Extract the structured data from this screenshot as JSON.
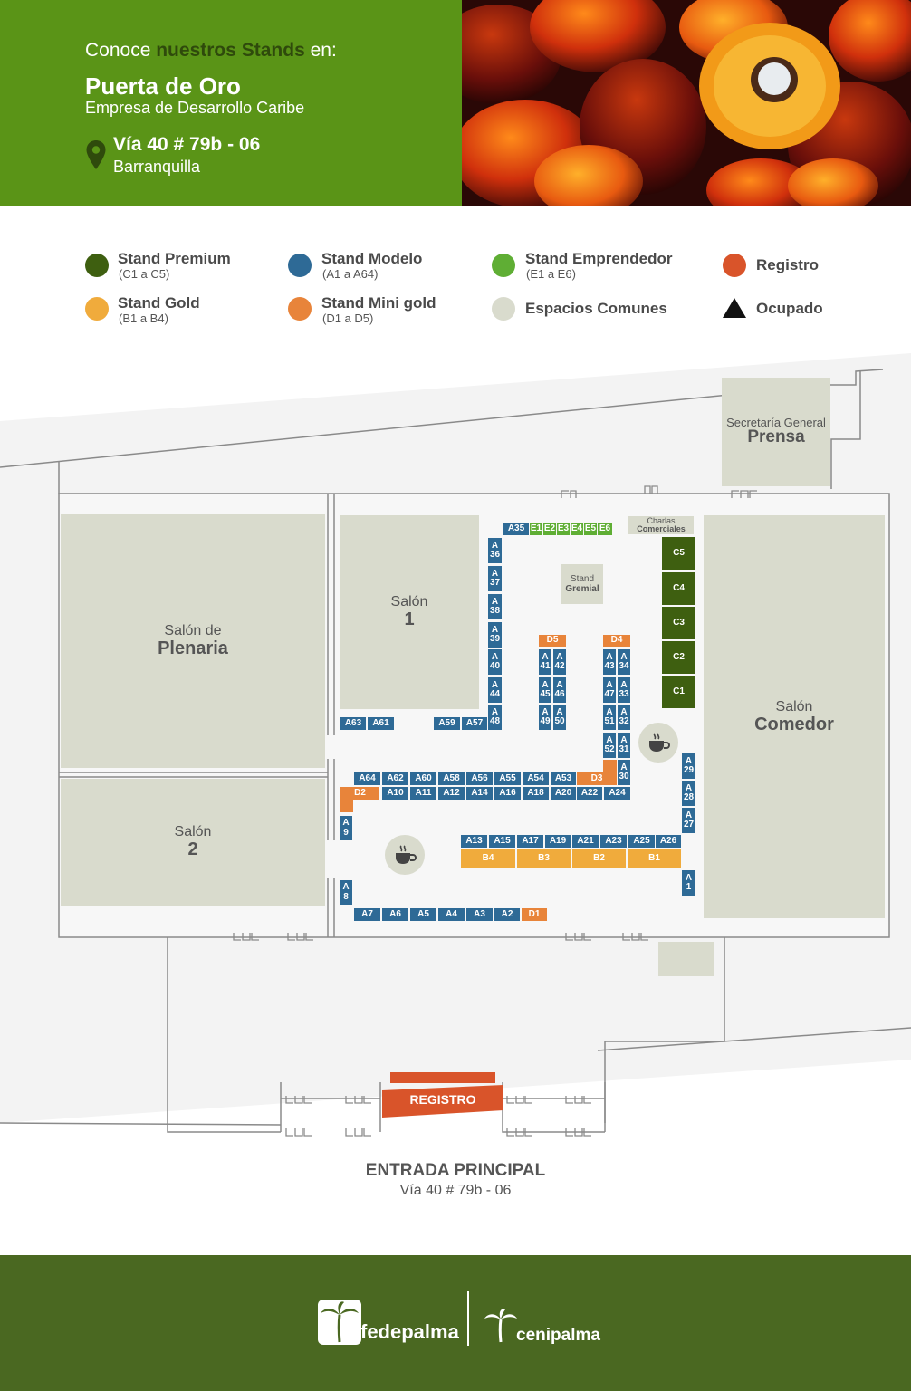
{
  "header": {
    "intro_prefix": "Conoce",
    "intro_highlight": "nuestros Stands",
    "intro_suffix": "en:",
    "venue_name": "Puerta de Oro",
    "venue_subtitle": "Empresa de Desarrollo Caribe",
    "address": "Vía 40 # 79b - 06",
    "city": "Barranquilla",
    "location_icon": "location-pin-icon"
  },
  "colors": {
    "header_green": "#5a9417",
    "premium": "#3e5f10",
    "modelo": "#2e6a96",
    "emprendedor": "#5fae34",
    "registro": "#d9542a",
    "gold": "#f0ab3c",
    "mini_gold": "#e8843a",
    "comunes": "#d9dbcd",
    "footer": "#4a6821"
  },
  "legend": [
    {
      "label": "Stand Premium",
      "range": "(C1 a C5)",
      "color": "#3e5f10"
    },
    {
      "label": "Stand Modelo",
      "range": "(A1 a A64)",
      "color": "#2e6a96"
    },
    {
      "label": "Stand Emprendedor",
      "range": "(E1 a E6)",
      "color": "#5fae34"
    },
    {
      "label": "Registro",
      "range": "",
      "color": "#d9542a"
    },
    {
      "label": "Stand Gold",
      "range": "(B1 a B4)",
      "color": "#f0ab3c"
    },
    {
      "label": "Stand Mini gold",
      "range": "(D1 a D5)",
      "color": "#e8843a"
    },
    {
      "label": "Espacios Comunes",
      "range": "",
      "color": "#d9dbcd"
    },
    {
      "label": "Ocupado",
      "range": "",
      "color": "#111111"
    }
  ],
  "rooms": {
    "prensa_line1": "Secretaría General",
    "prensa_line2": "Prensa",
    "plenaria_line1": "Salón de",
    "plenaria_line2": "Plenaria",
    "salon1_line1": "Salón",
    "salon1_line2": "1",
    "salon2_line1": "Salón",
    "salon2_line2": "2",
    "comedor_line1": "Salón",
    "comedor_line2": "Comedor",
    "charlas_line1": "Charlas",
    "charlas_line2": "Comerciales",
    "gremial_line1": "Stand",
    "gremial_line2": "Gremial"
  },
  "stands": {
    "top_row": [
      "A35"
    ],
    "emprendedor": [
      "E1",
      "E2",
      "E3",
      "E4",
      "E5",
      "E6"
    ],
    "col36": [
      "A 36",
      "A 37",
      "A 38",
      "A 39",
      "A 40",
      "A 44",
      "A 48"
    ],
    "premium": [
      "C5",
      "C4",
      "C3",
      "C2",
      "C1"
    ],
    "d5": "D5",
    "d4": "D4",
    "pair_left": [
      [
        "A 41",
        "A 42"
      ],
      [
        "A 45",
        "A 46"
      ],
      [
        "A 49",
        "A 50"
      ]
    ],
    "pair_right": [
      [
        "A 43",
        "A 34"
      ],
      [
        "A 47",
        "A 33"
      ],
      [
        "A 51",
        "A 32"
      ],
      [
        "A 52",
        "A 31"
      ]
    ],
    "a30": "A 30",
    "row_a63": [
      "A63",
      "A61"
    ],
    "row_a59": [
      "A59",
      "A57"
    ],
    "row_upper": [
      "A64",
      "A62",
      "A60",
      "A58",
      "A56",
      "A55",
      "A54",
      "A53"
    ],
    "d3": "D3",
    "row_lower": [
      "A10",
      "A11",
      "A12",
      "A14",
      "A16",
      "A18",
      "A20",
      "A22",
      "A24"
    ],
    "d2": "D2",
    "a9": "A 9",
    "a8": "A 8",
    "right_col": [
      "A 29",
      "A 28",
      "A 27"
    ],
    "a1": "A 1",
    "row_a13": [
      "A13",
      "A15",
      "A17",
      "A19",
      "A21",
      "A23",
      "A25",
      "A26"
    ],
    "gold": [
      "B4",
      "B3",
      "B2",
      "B1"
    ],
    "bottom_row": [
      "A7",
      "A6",
      "A5",
      "A4",
      "A3",
      "A2"
    ],
    "d1": "D1"
  },
  "registro_label": "REGISTRO",
  "icons": [
    "cafe-icon",
    "door-icon"
  ],
  "entrance": {
    "title": "ENTRADA PRINCIPAL",
    "address": "Vía 40 # 79b - 06"
  },
  "footer": {
    "logo1": "fedepalma",
    "logo2": "cenipalma",
    "logo_icon": "palm-tree-icon"
  }
}
